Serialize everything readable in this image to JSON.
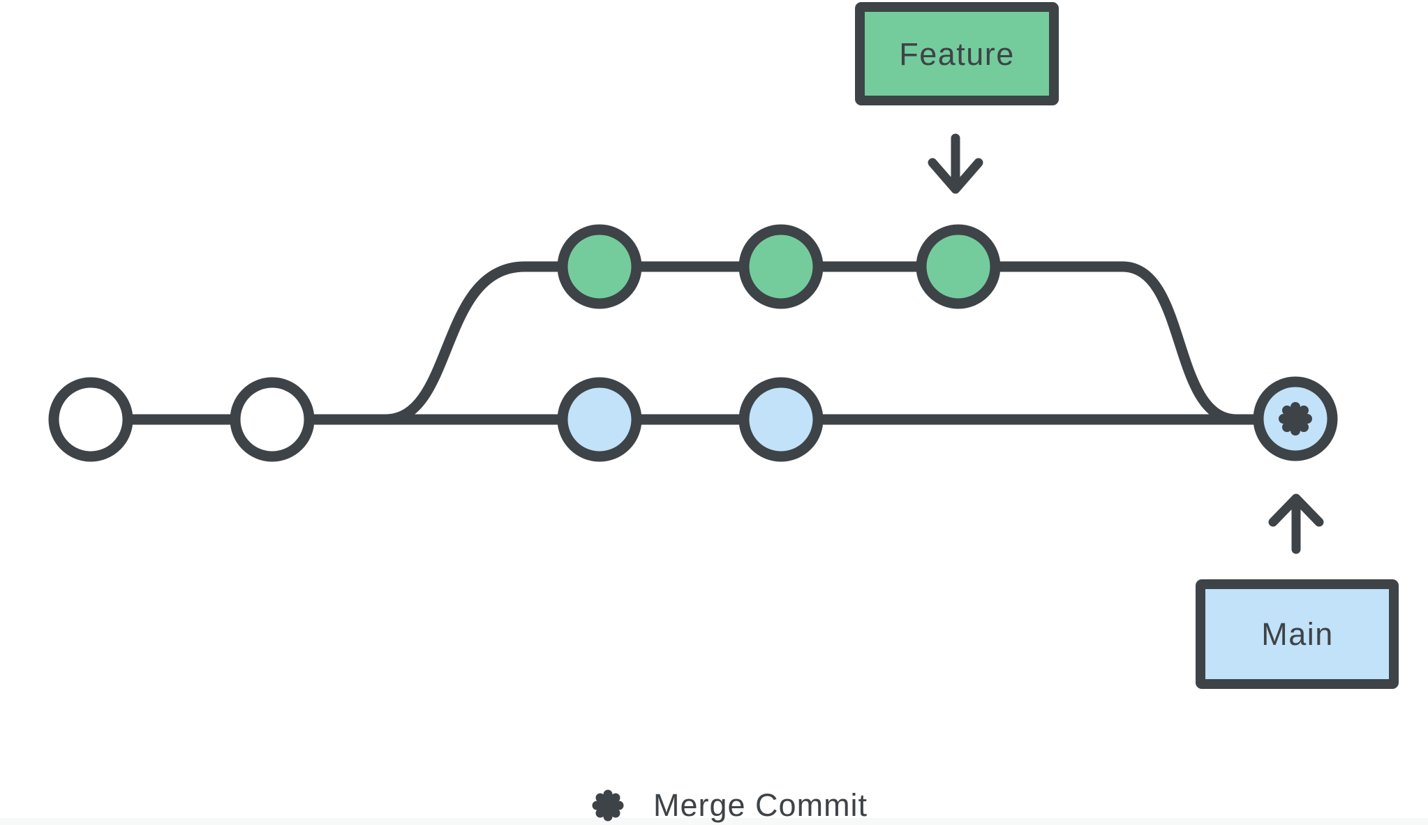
{
  "title": "Git feature branch merge diagram",
  "labels": {
    "feature_branch": "Feature",
    "main_branch": "Main",
    "legend_merge": "Merge Commit"
  },
  "colors": {
    "ink": "#3E4347",
    "green": "#74CC9D",
    "blue": "#C1E2F8",
    "white": "#FFFFFF",
    "background": "#FFFFFF",
    "edge": "#F7F8F8"
  },
  "diagram": {
    "type": "git-graph",
    "branches": [
      {
        "name": "Feature",
        "label": "Feature",
        "color": "#74CC9D",
        "commit_count": 3,
        "pointer": "arrow-down-icon"
      },
      {
        "name": "Main",
        "label": "Main",
        "color": "#C1E2F8",
        "commits_before_branch_point": 2,
        "commits_after_branch_point": 2,
        "has_merge_commit": true,
        "pointer": "arrow-up-icon"
      }
    ],
    "merge_commit_marker": "eight-petal-asterisk",
    "legend": [
      {
        "icon": "merge-asterisk-icon",
        "label": "Merge Commit"
      }
    ]
  }
}
